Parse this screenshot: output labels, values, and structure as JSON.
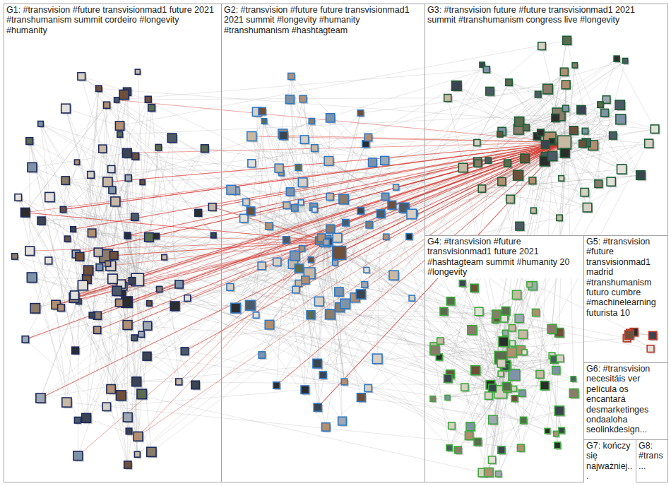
{
  "diagram": {
    "nodes": [
      {
        "text": [
          "G1: #transvision #future transvisionmad1 future 2021 #transhumanism summit cordeiro #longevity #humanity"
        ]
      },
      {
        "text": [
          "G2: #transvision #future future transvisionmad1 2021 summit #longevity #humanity #transhumanism #hashtagteam"
        ]
      },
      {
        "text": [
          "G3: #transvision future #future transvisionmad1 2021 summit #transhumanism congress live #longevity"
        ]
      },
      {
        "text": [
          "G4: #transvision #future transvisionmad1 future 2021 #hashtagteam summit #humanity 20 #longevity"
        ]
      },
      {
        "text": [
          "G5: #transvision #future transvisionmad1 madrid #transhumanism futuro cumbre #machinelearning futurista 10"
        ]
      },
      {
        "text": [
          "G6: #transvision necesitáis ver película os encantará desmarketinges ondaaloha seolinkdesign..."
        ]
      },
      {
        "text": [
          "G7: kończy się najważniej..."
        ]
      },
      {
        "text": [
          "G8: #trans..."
        ]
      }
    ]
  }
}
